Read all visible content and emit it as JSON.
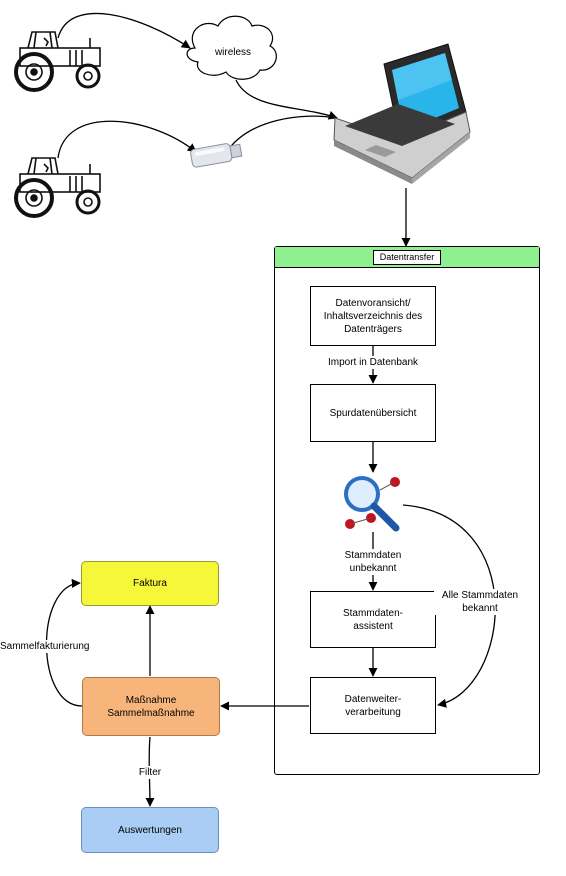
{
  "sources": {
    "cloud_label": "wireless"
  },
  "panel": {
    "title": "Datentransfer",
    "steps": {
      "preview": "Datenvoransicht/\nInhaltsverzeichnis des\nDatenträgers",
      "spur": "Spurdatenübersicht",
      "assistant": "Stammdaten-\nassistent",
      "processing": "Datenweiter-\nverarbeitung"
    },
    "edges": {
      "import": "Import in Datenbank",
      "unknown": "Stammdaten\nunbekannt",
      "known": "Alle Stammdaten\nbekannt"
    }
  },
  "left": {
    "faktura": "Faktura",
    "measure": "Maßnahme\nSammelmaßnahme",
    "reports": "Auswertungen",
    "collective_invoicing": "Sammelfakturierung",
    "filter": "Filter"
  },
  "colors": {
    "panel_header": "#8ff08f",
    "faktura": "#f7f73a",
    "measure": "#f8b57b",
    "reports": "#a9cdf5"
  }
}
